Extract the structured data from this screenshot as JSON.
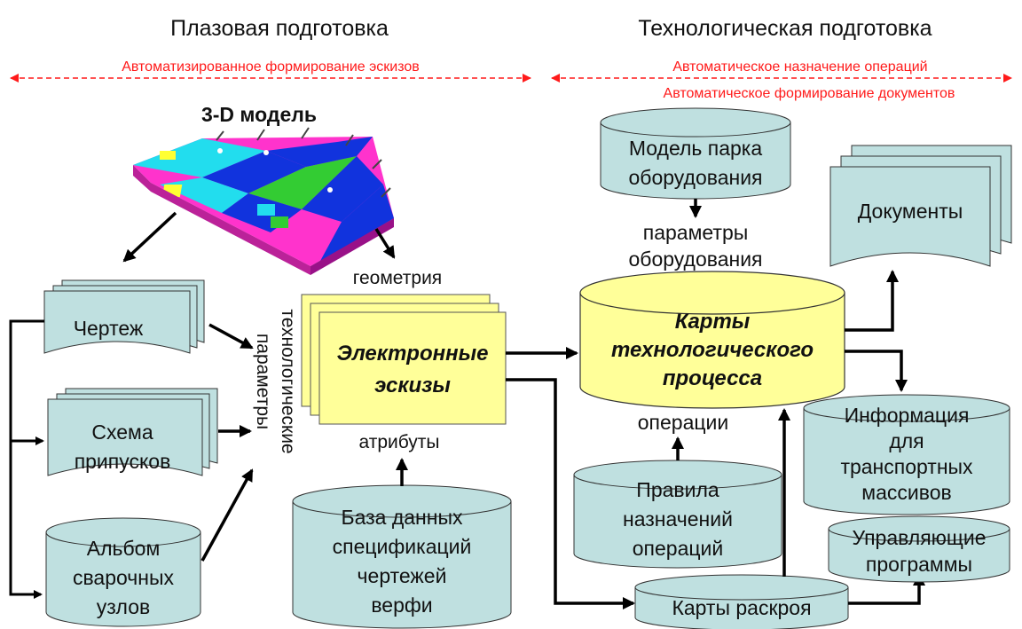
{
  "headers": {
    "left": "Плазовая подготовка",
    "right": "Технологическая подготовка"
  },
  "banners": {
    "left": "Автоматизированное формирование эскизов",
    "right_1": "Автоматическое назначение операций",
    "right_2": "Автоматическое формирование документов"
  },
  "model_title": "3-D модель",
  "docs": {
    "drawing": "Чертеж",
    "allowance_1": "Схема",
    "allowance_2": "припусков",
    "documents": "Документы"
  },
  "cylinders": {
    "album": [
      "Альбом",
      "сварочных",
      "узлов"
    ],
    "database": [
      "База данных",
      "спецификаций",
      "чертежей",
      "верфи"
    ],
    "equipment_model": [
      "Модель парка",
      "оборудования"
    ],
    "rules": [
      "Правила",
      "назначений",
      "операций"
    ],
    "transport": [
      "Информация",
      "для",
      "транспортных",
      "массивов"
    ],
    "control": [
      "Управляющие",
      "программы"
    ],
    "cutting": "Карты раскроя",
    "process_maps": [
      "Карты",
      "технологического",
      "процесса"
    ]
  },
  "sketches": [
    "Электронные",
    "эскизы"
  ],
  "labels": {
    "geometry": "геометрия",
    "tech_params_1": "технологические",
    "tech_params_2": "параметры",
    "attributes": "атрибуты",
    "equip_params_1": "параметры",
    "equip_params_2": "оборудования",
    "operations": "операции"
  },
  "colors": {
    "shape_fill": "#bfe0e0",
    "yellow_fill": "#ffff99",
    "banner_red": "#ff1a1a",
    "arrow": "#000000"
  }
}
